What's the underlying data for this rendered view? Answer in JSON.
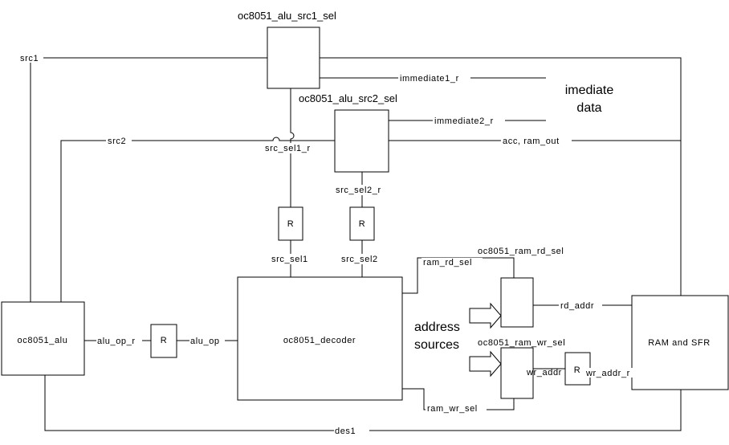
{
  "blocks": {
    "alu": "oc8051_alu",
    "decoder": "oc8051_decoder",
    "ram_sfr": "RAM and SFR",
    "src1_sel": "oc8051_alu_src1_sel",
    "src2_sel": "oc8051_alu_src2_sel",
    "ram_rd_sel": "oc8051_ram_rd_sel",
    "ram_wr_sel": "oc8051_ram_wr_sel",
    "reg": "R"
  },
  "signals": {
    "src1": "src1",
    "src2": "src2",
    "immediate1_r": "immediate1_r",
    "immediate2_r": "immediate2_r",
    "acc_ram_out": "acc, ram_out",
    "src_sel1_r": "src_sel1_r",
    "src_sel2_r": "src_sel2_r",
    "src_sel1": "src_sel1",
    "src_sel2": "src_sel2",
    "ram_rd_sel": "ram_rd_sel",
    "ram_wr_sel": "ram_wr_sel",
    "rd_addr": "rd_addr",
    "wr_addr": "wr_addr",
    "wr_addr_r": "wr_addr_r",
    "alu_op_r": "alu_op_r",
    "alu_op": "alu_op",
    "des1": "des1"
  },
  "annotations": {
    "imediate_line1": "imediate",
    "imediate_line2": "data",
    "address_line1": "address",
    "address_line2": "sources"
  }
}
